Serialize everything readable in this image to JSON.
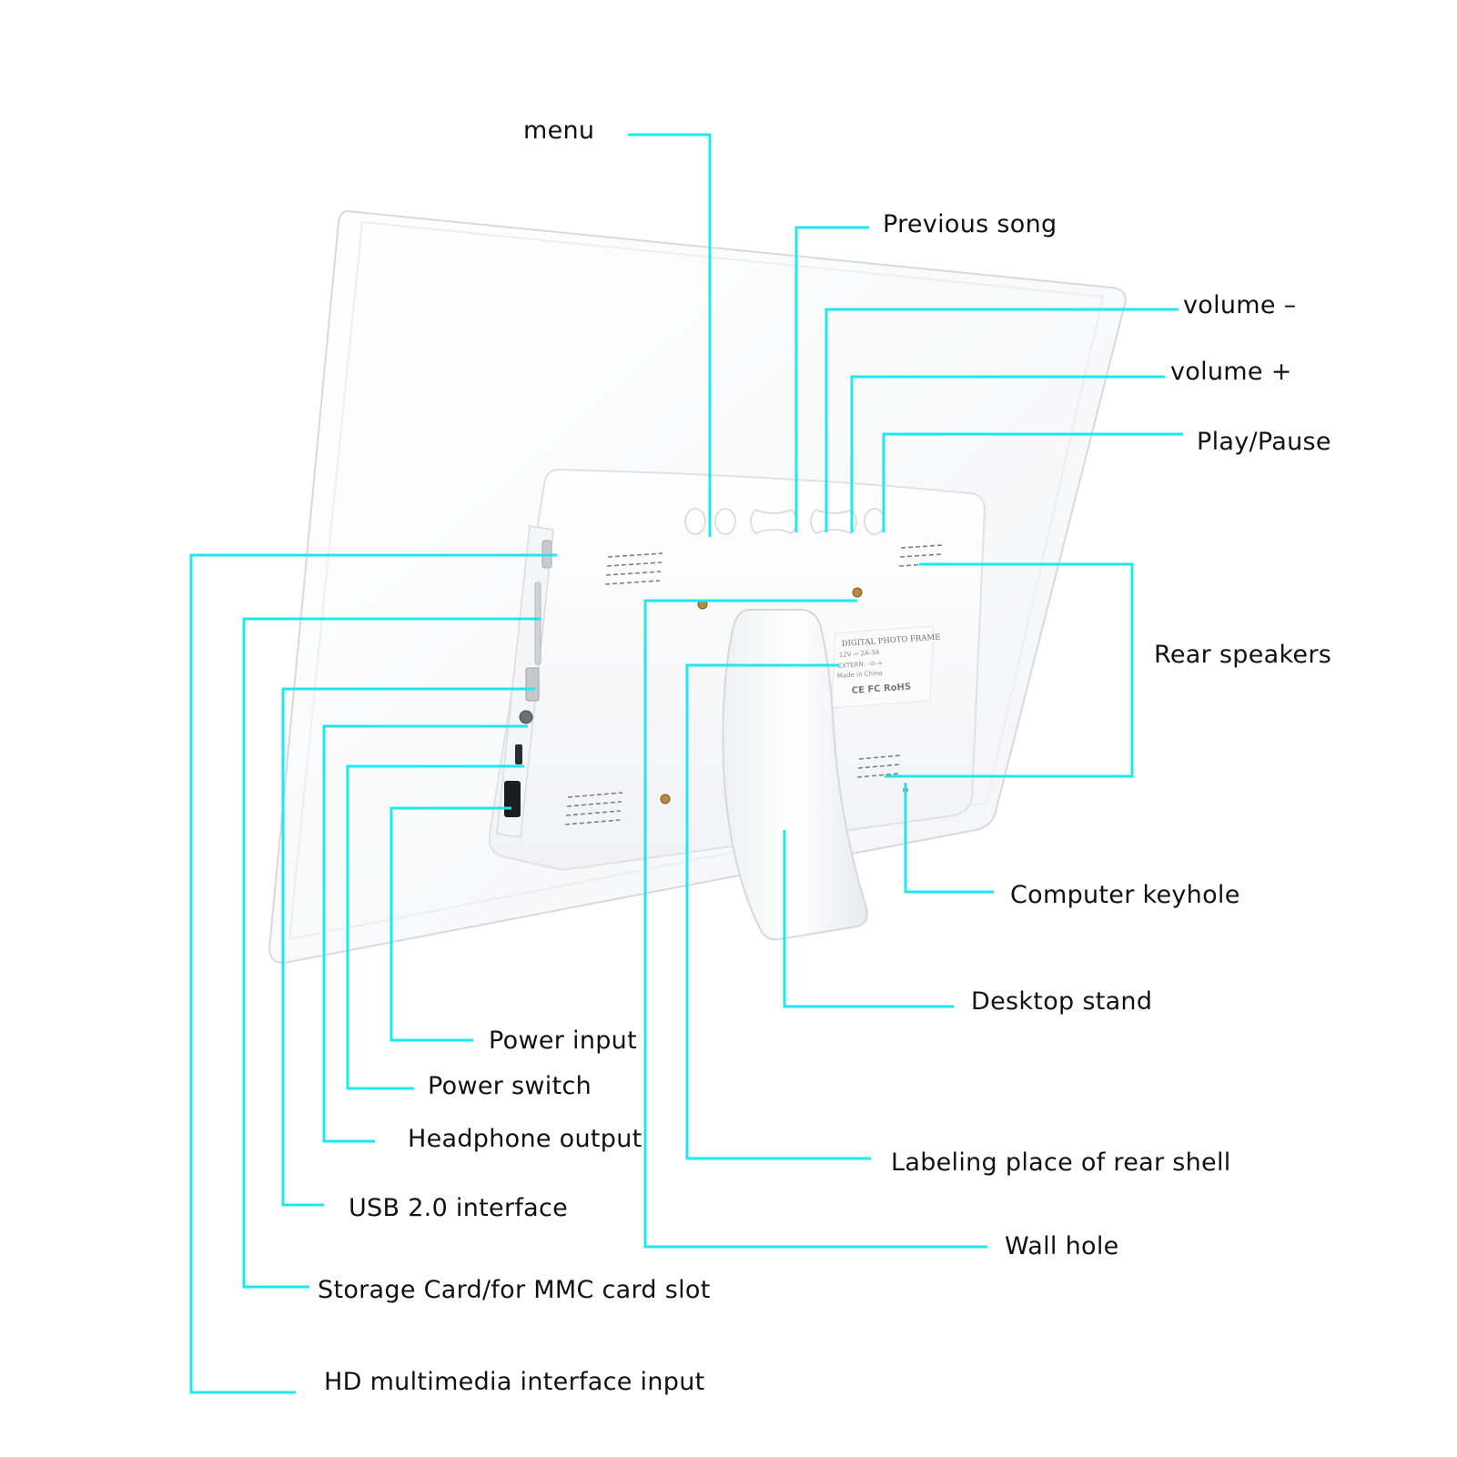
{
  "colors": {
    "leader": "#1ee8ef",
    "shell": "#ffffff",
    "shell_edge": "#d9dadd",
    "shadow": "#eceef1",
    "text": "#111111"
  },
  "product": {
    "sticker": {
      "title": "DIGITAL PHOTO FRAME",
      "rating": "12V ⎓ 2A-3A",
      "extern": "EXTERN:  -⊙-+",
      "origin": "Made in China",
      "marks": "CE FC RoHS"
    }
  },
  "callouts": {
    "menu": "menu",
    "previous_song": "Previous song",
    "volume_minus": "volume –",
    "volume_plus": "volume +",
    "play_pause": "Play/Pause",
    "rear_speakers": "Rear speakers",
    "computer_keyhole": "Computer keyhole",
    "desktop_stand": "Desktop stand",
    "labeling_place": "Labeling place of rear shell",
    "wall_hole": "Wall hole",
    "power_input": "Power input",
    "power_switch": "Power switch",
    "headphone_output": "Headphone output",
    "usb_interface": "USB 2.0 interface",
    "storage_card_slot": "Storage Card/for MMC card slot",
    "hd_multimedia_input": "HD multimedia interface input"
  }
}
